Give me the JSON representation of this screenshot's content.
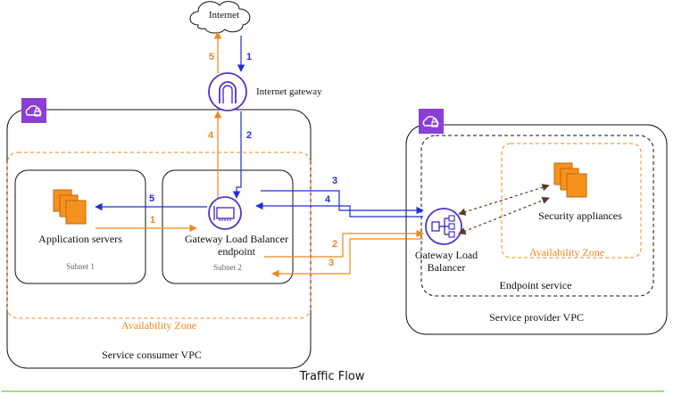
{
  "labels": {
    "internet": "Internet",
    "internet_gateway": "Internet gateway",
    "application_servers": "Application servers",
    "subnet1": "Subnet 1",
    "glb_endpoint_line1": "Gateway Load Balancer",
    "glb_endpoint_line2": "endpoint",
    "subnet2": "Subnet 2",
    "az_consumer": "Availability Zone",
    "consumer_vpc": "Service consumer VPC",
    "glb_line1": "Gateway Load",
    "glb_line2": "Balancer",
    "security_appliances": "Security appliances",
    "az_provider": "Availability Zone",
    "endpoint_service": "Endpoint service",
    "provider_vpc": "Service provider VPC"
  },
  "steps": {
    "internet_in": "1",
    "igw_down": "2",
    "to_glb": "3",
    "from_glb": "4",
    "to_app": "5",
    "app_out": "1",
    "glb_in": "2",
    "glb_back": "3",
    "igw_up": "4",
    "internet_out": "5"
  },
  "caption": "Traffic Flow",
  "colors": {
    "inbound": "#1f2fd6",
    "outbound": "#f0861e",
    "vpc_icon": "#8b3fd6",
    "az_border": "#f0861e",
    "server_orange": "#f5921e",
    "box_border": "#111111",
    "rule": "#9be27a"
  },
  "icons": {
    "internet": "cloud-icon",
    "internet_gateway": "internet-gateway-icon",
    "glb_endpoint": "endpoint-card-icon",
    "glb": "load-balancer-icon",
    "servers": "server-stack-icon",
    "vpc": "vpc-cloud-lock-icon"
  }
}
